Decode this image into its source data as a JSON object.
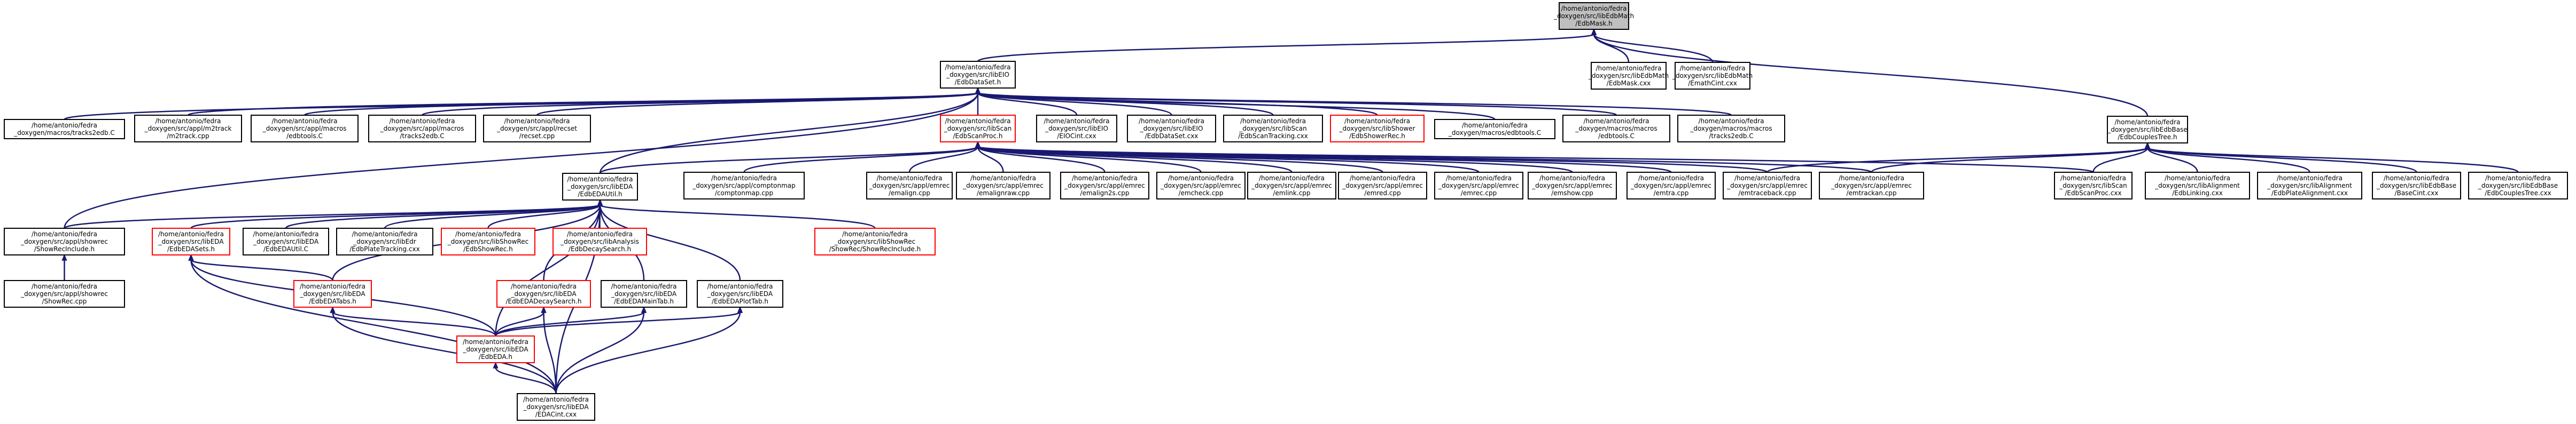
{
  "colors": {
    "default_border": "#000000",
    "external_border": "#ff0000",
    "root_fill": "#bfbfbf",
    "node_fill": "#ffffff",
    "edge": "#191970"
  },
  "graph": {
    "nodes": [
      {
        "id": "root",
        "lines": [
          "/home/antonio/fedra",
          "_doxygen/src/libEdbMath",
          "/EdbMask.h"
        ],
        "style": "root"
      },
      {
        "id": "edbmask_cxx",
        "lines": [
          "/home/antonio/fedra",
          "_doxygen/src/libEdbMath",
          "/EdbMask.cxx"
        ]
      },
      {
        "id": "emathcint",
        "lines": [
          "/home/antonio/fedra",
          "_doxygen/src/libEdbMath",
          "/EmathCint.cxx"
        ]
      },
      {
        "id": "edbdataset_h",
        "lines": [
          "/home/antonio/fedra",
          "_doxygen/src/libEIO",
          "/EdbDataSet.h"
        ]
      },
      {
        "id": "edbcouplestree_h",
        "lines": [
          "/home/antonio/fedra",
          "_doxygen/src/libEdbBase",
          "/EdbCouplesTree.h"
        ]
      },
      {
        "id": "tracks2edb_c",
        "lines": [
          "/home/antonio/fedra",
          "_doxygen/macros/tracks2edb.C"
        ]
      },
      {
        "id": "m2track",
        "lines": [
          "/home/antonio/fedra",
          "_doxygen/src/appl/m2track",
          "/m2track.cpp"
        ]
      },
      {
        "id": "appl_edbtools",
        "lines": [
          "/home/antonio/fedra",
          "_doxygen/src/appl/macros",
          "/edbtools.C"
        ]
      },
      {
        "id": "appl_tracks2edb",
        "lines": [
          "/home/antonio/fedra",
          "_doxygen/src/appl/macros",
          "/tracks2edb.C"
        ]
      },
      {
        "id": "recset",
        "lines": [
          "/home/antonio/fedra",
          "_doxygen/src/appl/recset",
          "/recset.cpp"
        ]
      },
      {
        "id": "edbscanproc_h",
        "lines": [
          "/home/antonio/fedra",
          "_doxygen/src/libScan",
          "/EdbScanProc.h"
        ],
        "style": "red"
      },
      {
        "id": "eiocint",
        "lines": [
          "/home/antonio/fedra",
          "_doxygen/src/libEIO",
          "/EIOCint.cxx"
        ]
      },
      {
        "id": "edbdataset_cxx",
        "lines": [
          "/home/antonio/fedra",
          "_doxygen/src/libEIO",
          "/EdbDataSet.cxx"
        ]
      },
      {
        "id": "edbscantracking",
        "lines": [
          "/home/antonio/fedra",
          "_doxygen/src/libScan",
          "/EdbScanTracking.cxx"
        ]
      },
      {
        "id": "edbshowerrec_h",
        "lines": [
          "/home/antonio/fedra",
          "_doxygen/src/libShower",
          "/EdbShowerRec.h"
        ],
        "style": "red"
      },
      {
        "id": "macros_edbtools",
        "lines": [
          "/home/antonio/fedra",
          "_doxygen/macros/edbtools.C"
        ]
      },
      {
        "id": "macros_macros_edbtools",
        "lines": [
          "/home/antonio/fedra",
          "_doxygen/macros/macros",
          "/edbtools.C"
        ]
      },
      {
        "id": "macros_macros_tracks2edb",
        "lines": [
          "/home/antonio/fedra",
          "_doxygen/macros/macros",
          "/tracks2edb.C"
        ]
      },
      {
        "id": "edbeda_util_h",
        "lines": [
          "/home/antonio/fedra",
          "_doxygen/src/libEDA",
          "/EdbEDAUtil.h"
        ]
      },
      {
        "id": "comptonmap",
        "lines": [
          "/home/antonio/fedra",
          "_doxygen/src/appl/comptonmap",
          "/comptonmap.cpp"
        ]
      },
      {
        "id": "emalign",
        "lines": [
          "/home/antonio/fedra",
          "_doxygen/src/appl/emrec",
          "/emalign.cpp"
        ]
      },
      {
        "id": "emalignraw",
        "lines": [
          "/home/antonio/fedra",
          "_doxygen/src/appl/emrec",
          "/emalignraw.cpp"
        ]
      },
      {
        "id": "emalign2s",
        "lines": [
          "/home/antonio/fedra",
          "_doxygen/src/appl/emrec",
          "/emalign2s.cpp"
        ]
      },
      {
        "id": "emcheck",
        "lines": [
          "/home/antonio/fedra",
          "_doxygen/src/appl/emrec",
          "/emcheck.cpp"
        ]
      },
      {
        "id": "emlink",
        "lines": [
          "/home/antonio/fedra",
          "_doxygen/src/appl/emrec",
          "/emlink.cpp"
        ]
      },
      {
        "id": "emred",
        "lines": [
          "/home/antonio/fedra",
          "_doxygen/src/appl/emrec",
          "/emred.cpp"
        ]
      },
      {
        "id": "emrec",
        "lines": [
          "/home/antonio/fedra",
          "_doxygen/src/appl/emrec",
          "/emrec.cpp"
        ]
      },
      {
        "id": "emshow",
        "lines": [
          "/home/antonio/fedra",
          "_doxygen/src/appl/emrec",
          "/emshow.cpp"
        ]
      },
      {
        "id": "emtra",
        "lines": [
          "/home/antonio/fedra",
          "_doxygen/src/appl/emrec",
          "/emtra.cpp"
        ]
      },
      {
        "id": "emtraceback",
        "lines": [
          "/home/antonio/fedra",
          "_doxygen/src/appl/emrec",
          "/emtraceback.cpp"
        ]
      },
      {
        "id": "emtrackan",
        "lines": [
          "/home/antonio/fedra",
          "_doxygen/src/appl/emrec",
          "/emtrackan.cpp"
        ]
      },
      {
        "id": "edbscanproc_cxx",
        "lines": [
          "/home/antonio/fedra",
          "_doxygen/src/libScan",
          "/EdbScanProc.cxx"
        ]
      },
      {
        "id": "edbalignment",
        "lines": [
          "/home/antonio/fedra",
          "_doxygen/src/libAlignment",
          "/EdbLinking.cxx"
        ]
      },
      {
        "id": "edbplatealignment",
        "lines": [
          "/home/antonio/fedra",
          "_doxygen/src/libAlignment",
          "/EdbPlateAlignment.cxx"
        ]
      },
      {
        "id": "basecint",
        "lines": [
          "/home/antonio/fedra",
          "_doxygen/src/libEdbBase",
          "/BaseCint.cxx"
        ]
      },
      {
        "id": "edbcouplestree_cxx",
        "lines": [
          "/home/antonio/fedra",
          "_doxygen/src/libEdbBase",
          "/EdbCouplesTree.cxx"
        ]
      },
      {
        "id": "showerrec_include_h",
        "lines": [
          "/home/antonio/fedra",
          "_doxygen/src/appl/showrec",
          "/ShowRecInclude.h"
        ]
      },
      {
        "id": "edbeda_tabs_h",
        "lines": [
          "/home/antonio/fedra",
          "_doxygen/src/libEDA",
          "/EdbEDASets.h"
        ],
        "style": "red"
      },
      {
        "id": "edbeda_util_c",
        "lines": [
          "/home/antonio/fedra",
          "_doxygen/src/libEDA",
          "/EdbEDAUtil.C"
        ]
      },
      {
        "id": "edbplatetracking",
        "lines": [
          "/home/antonio/fedra",
          "_doxygen/src/libEdr",
          "/EdbPlateTracking.cxx"
        ]
      },
      {
        "id": "edbshowrec_h",
        "lines": [
          "/home/antonio/fedra",
          "_doxygen/src/libShowRec",
          "/EdbShowRec.h"
        ],
        "style": "red"
      },
      {
        "id": "edbdecaysearch_h",
        "lines": [
          "/home/antonio/fedra",
          "_doxygen/src/libAnalysis",
          "/EdbDecaySearch.h"
        ],
        "style": "red"
      },
      {
        "id": "showrec_include_h",
        "lines": [
          "/home/antonio/fedra",
          "_doxygen/src/libShowRec",
          "/ShowRec/ShowRecInclude.h"
        ],
        "style": "red"
      },
      {
        "id": "showrec_cpp",
        "lines": [
          "/home/antonio/fedra",
          "_doxygen/src/appl/showrec",
          "/ShowRec.cpp"
        ]
      },
      {
        "id": "edbedatabs_h",
        "lines": [
          "/home/antonio/fedra",
          "_doxygen/src/libEDA",
          "/EdbEDATabs.h"
        ],
        "style": "red"
      },
      {
        "id": "edbedadecaysearch_h",
        "lines": [
          "/home/antonio/fedra",
          "_doxygen/src/libEDA",
          "/EdbEDADecaySearch.h"
        ],
        "style": "red"
      },
      {
        "id": "edbedamaintab_h",
        "lines": [
          "/home/antonio/fedra",
          "_doxygen/src/libEDA",
          "/EdbEDAMainTab.h"
        ]
      },
      {
        "id": "edbedaplottab_h",
        "lines": [
          "/home/antonio/fedra",
          "_doxygen/src/libEDA",
          "/EdbEDAPlotTab.h"
        ]
      },
      {
        "id": "edbeda_h",
        "lines": [
          "/home/antonio/fedra",
          "_doxygen/src/libEDA",
          "/EdbEDA.h"
        ],
        "style": "red"
      },
      {
        "id": "edacint",
        "lines": [
          "/home/antonio/fedra",
          "_doxygen/src/libEDA",
          "/EDACint.cxx"
        ]
      }
    ],
    "edges": [
      [
        "root",
        "edbmask_cxx"
      ],
      [
        "root",
        "emathcint"
      ],
      [
        "root",
        "edbdataset_h"
      ],
      [
        "root",
        "edbcouplestree_h"
      ],
      [
        "edbdataset_h",
        "tracks2edb_c"
      ],
      [
        "edbdataset_h",
        "m2track"
      ],
      [
        "edbdataset_h",
        "appl_edbtools"
      ],
      [
        "edbdataset_h",
        "appl_tracks2edb"
      ],
      [
        "edbdataset_h",
        "recset"
      ],
      [
        "edbdataset_h",
        "edbscanproc_h"
      ],
      [
        "edbdataset_h",
        "eiocint"
      ],
      [
        "edbdataset_h",
        "edbdataset_cxx"
      ],
      [
        "edbdataset_h",
        "edbscantracking"
      ],
      [
        "edbdataset_h",
        "edbshowerrec_h"
      ],
      [
        "edbdataset_h",
        "macros_edbtools"
      ],
      [
        "edbdataset_h",
        "macros_macros_edbtools"
      ],
      [
        "edbdataset_h",
        "macros_macros_tracks2edb"
      ],
      [
        "edbdataset_h",
        "edbeda_util_h"
      ],
      [
        "edbdataset_h",
        "showerrec_include_h"
      ],
      [
        "edbscanproc_h",
        "comptonmap"
      ],
      [
        "edbscanproc_h",
        "emalign"
      ],
      [
        "edbscanproc_h",
        "emalignraw"
      ],
      [
        "edbscanproc_h",
        "emalign2s"
      ],
      [
        "edbscanproc_h",
        "emcheck"
      ],
      [
        "edbscanproc_h",
        "emlink"
      ],
      [
        "edbscanproc_h",
        "emred"
      ],
      [
        "edbscanproc_h",
        "emrec"
      ],
      [
        "edbscanproc_h",
        "emshow"
      ],
      [
        "edbscanproc_h",
        "emtra"
      ],
      [
        "edbscanproc_h",
        "emtraceback"
      ],
      [
        "edbscanproc_h",
        "emtrackan"
      ],
      [
        "edbscanproc_h",
        "edbscanproc_cxx"
      ],
      [
        "edbscanproc_h",
        "edbeda_util_h"
      ],
      [
        "edbcouplestree_h",
        "emtraceback"
      ],
      [
        "edbcouplestree_h",
        "emtrackan"
      ],
      [
        "edbcouplestree_h",
        "edbscanproc_cxx"
      ],
      [
        "edbcouplestree_h",
        "edbalignment"
      ],
      [
        "edbcouplestree_h",
        "edbplatealignment"
      ],
      [
        "edbcouplestree_h",
        "basecint"
      ],
      [
        "edbcouplestree_h",
        "edbcouplestree_cxx"
      ],
      [
        "edbeda_util_h",
        "showerrec_include_h"
      ],
      [
        "edbeda_util_h",
        "edbeda_tabs_h"
      ],
      [
        "edbeda_util_h",
        "edbeda_util_c"
      ],
      [
        "edbeda_util_h",
        "edbplatetracking"
      ],
      [
        "edbeda_util_h",
        "edbshowrec_h"
      ],
      [
        "edbeda_util_h",
        "edbdecaysearch_h"
      ],
      [
        "edbeda_util_h",
        "showrec_include_h"
      ],
      [
        "edbeda_util_h",
        "edbedatabs_h"
      ],
      [
        "edbeda_util_h",
        "edbedadecaysearch_h"
      ],
      [
        "edbeda_util_h",
        "edbedamaintab_h"
      ],
      [
        "edbeda_util_h",
        "edbedaplottab_h"
      ],
      [
        "edbeda_util_h",
        "edbeda_h"
      ],
      [
        "edbeda_util_h",
        "edacint"
      ],
      [
        "showerrec_include_h",
        "showrec_cpp"
      ],
      [
        "edbeda_tabs_h",
        "edbedatabs_h"
      ],
      [
        "edbeda_tabs_h",
        "edbeda_h"
      ],
      [
        "edbeda_tabs_h",
        "edacint"
      ],
      [
        "edbedatabs_h",
        "edbeda_h"
      ],
      [
        "edbedatabs_h",
        "edacint"
      ],
      [
        "edbedadecaysearch_h",
        "edbeda_h"
      ],
      [
        "edbedadecaysearch_h",
        "edacint"
      ],
      [
        "edbedamaintab_h",
        "edbeda_h"
      ],
      [
        "edbedamaintab_h",
        "edacint"
      ],
      [
        "edbedaplottab_h",
        "edbeda_h"
      ],
      [
        "edbedaplottab_h",
        "edacint"
      ],
      [
        "edbeda_h",
        "edacint"
      ]
    ]
  }
}
